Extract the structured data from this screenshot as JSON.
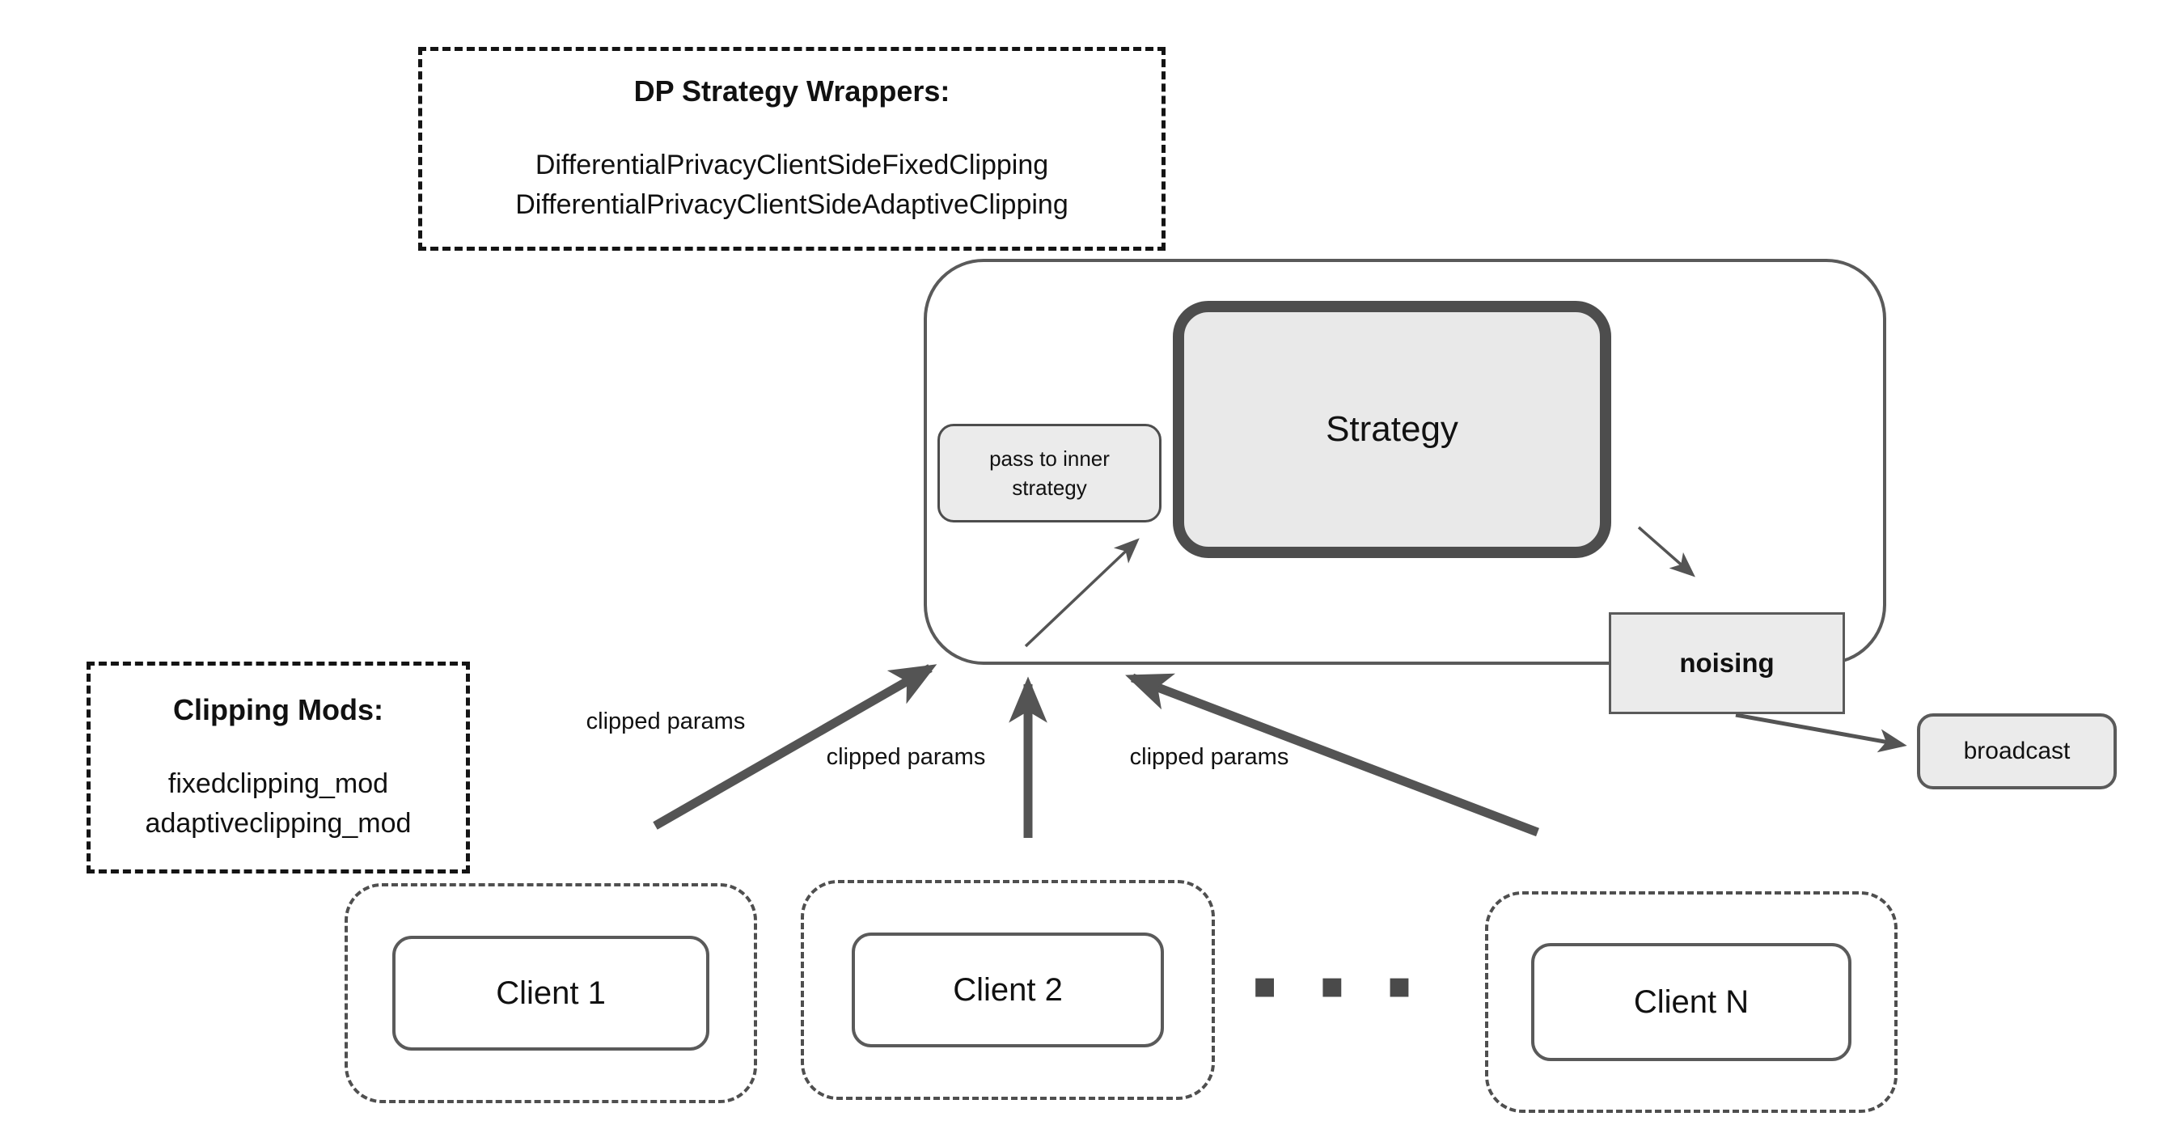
{
  "wrappers_box": {
    "title": "DP Strategy Wrappers:",
    "items": [
      "DifferentialPrivacyClientSideFixedClipping",
      "DifferentialPrivacyClientSideAdaptiveClipping"
    ]
  },
  "mods_box": {
    "title": "Clipping Mods:",
    "items": [
      "fixedclipping_mod",
      "adaptiveclipping_mod"
    ]
  },
  "server": {
    "strategy_label": "Strategy",
    "pass_to_inner_label": "pass to inner strategy",
    "noising_label": "noising",
    "broadcast_label": "broadcast"
  },
  "edge_labels": [
    "clipped params",
    "clipped params",
    "clipped params"
  ],
  "clients": [
    {
      "label": "Client 1"
    },
    {
      "label": "Client 2"
    },
    {
      "label": "Client N"
    }
  ],
  "clients_ellipsis": "▪ ▪ ▪",
  "colors": {
    "box_fill": "#ebebeb",
    "strategy_fill": "#e9e9e9",
    "line": "#545454",
    "border": "#5a5a5a",
    "strategy_border": "#4d4d4d",
    "text": "#111111",
    "note_dash": "#141414"
  }
}
